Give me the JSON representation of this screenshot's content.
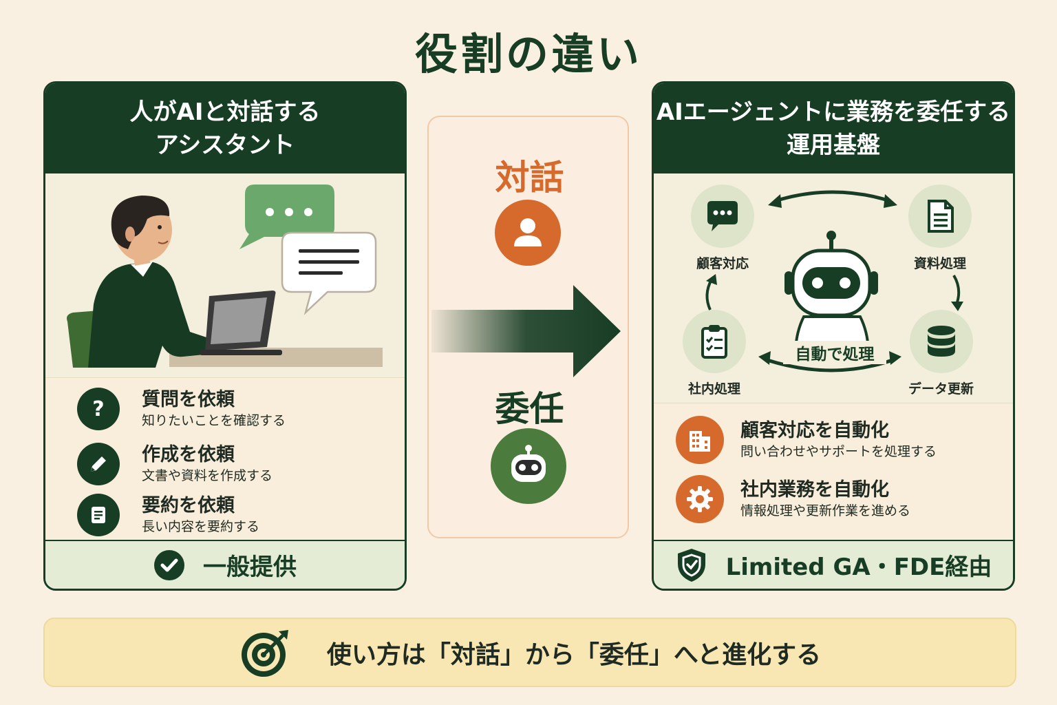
{
  "title": "役割の違い",
  "left_panel": {
    "heading_line1": "人がAIと対話する",
    "heading_line2": "アシスタント",
    "items": [
      {
        "title": "質問を依頼",
        "desc": "知りたいことを確認する",
        "icon": "question-icon"
      },
      {
        "title": "作成を依頼",
        "desc": "文書や資料を作成する",
        "icon": "pencil-icon"
      },
      {
        "title": "要約を依頼",
        "desc": "長い内容を要約する",
        "icon": "document-icon"
      }
    ],
    "footer": "一般提供"
  },
  "middle": {
    "top_label": "対話",
    "bottom_label": "委任"
  },
  "right_panel": {
    "heading_line1": "AIエージェントに業務を委任する",
    "heading_line2": "運用基盤",
    "nodes": {
      "customer": "顧客対応",
      "documents": "資料処理",
      "internal": "社内処理",
      "data": "データ更新",
      "center": "自動で処理"
    },
    "items": [
      {
        "title": "顧客対応を自動化",
        "desc": "問い合わせやサポートを処理する",
        "icon": "building-icon"
      },
      {
        "title": "社内業務を自動化",
        "desc": "情報処理や更新作業を進める",
        "icon": "gear-icon"
      }
    ],
    "footer": "Limited GA・FDE経由"
  },
  "bottom_message": "使い方は「対話」から「委任」へと進化する",
  "colors": {
    "dark_green": "#173d24",
    "orange": "#d56a2c",
    "cream": "#f9f0e1",
    "light_green": "#e5ecd5"
  }
}
